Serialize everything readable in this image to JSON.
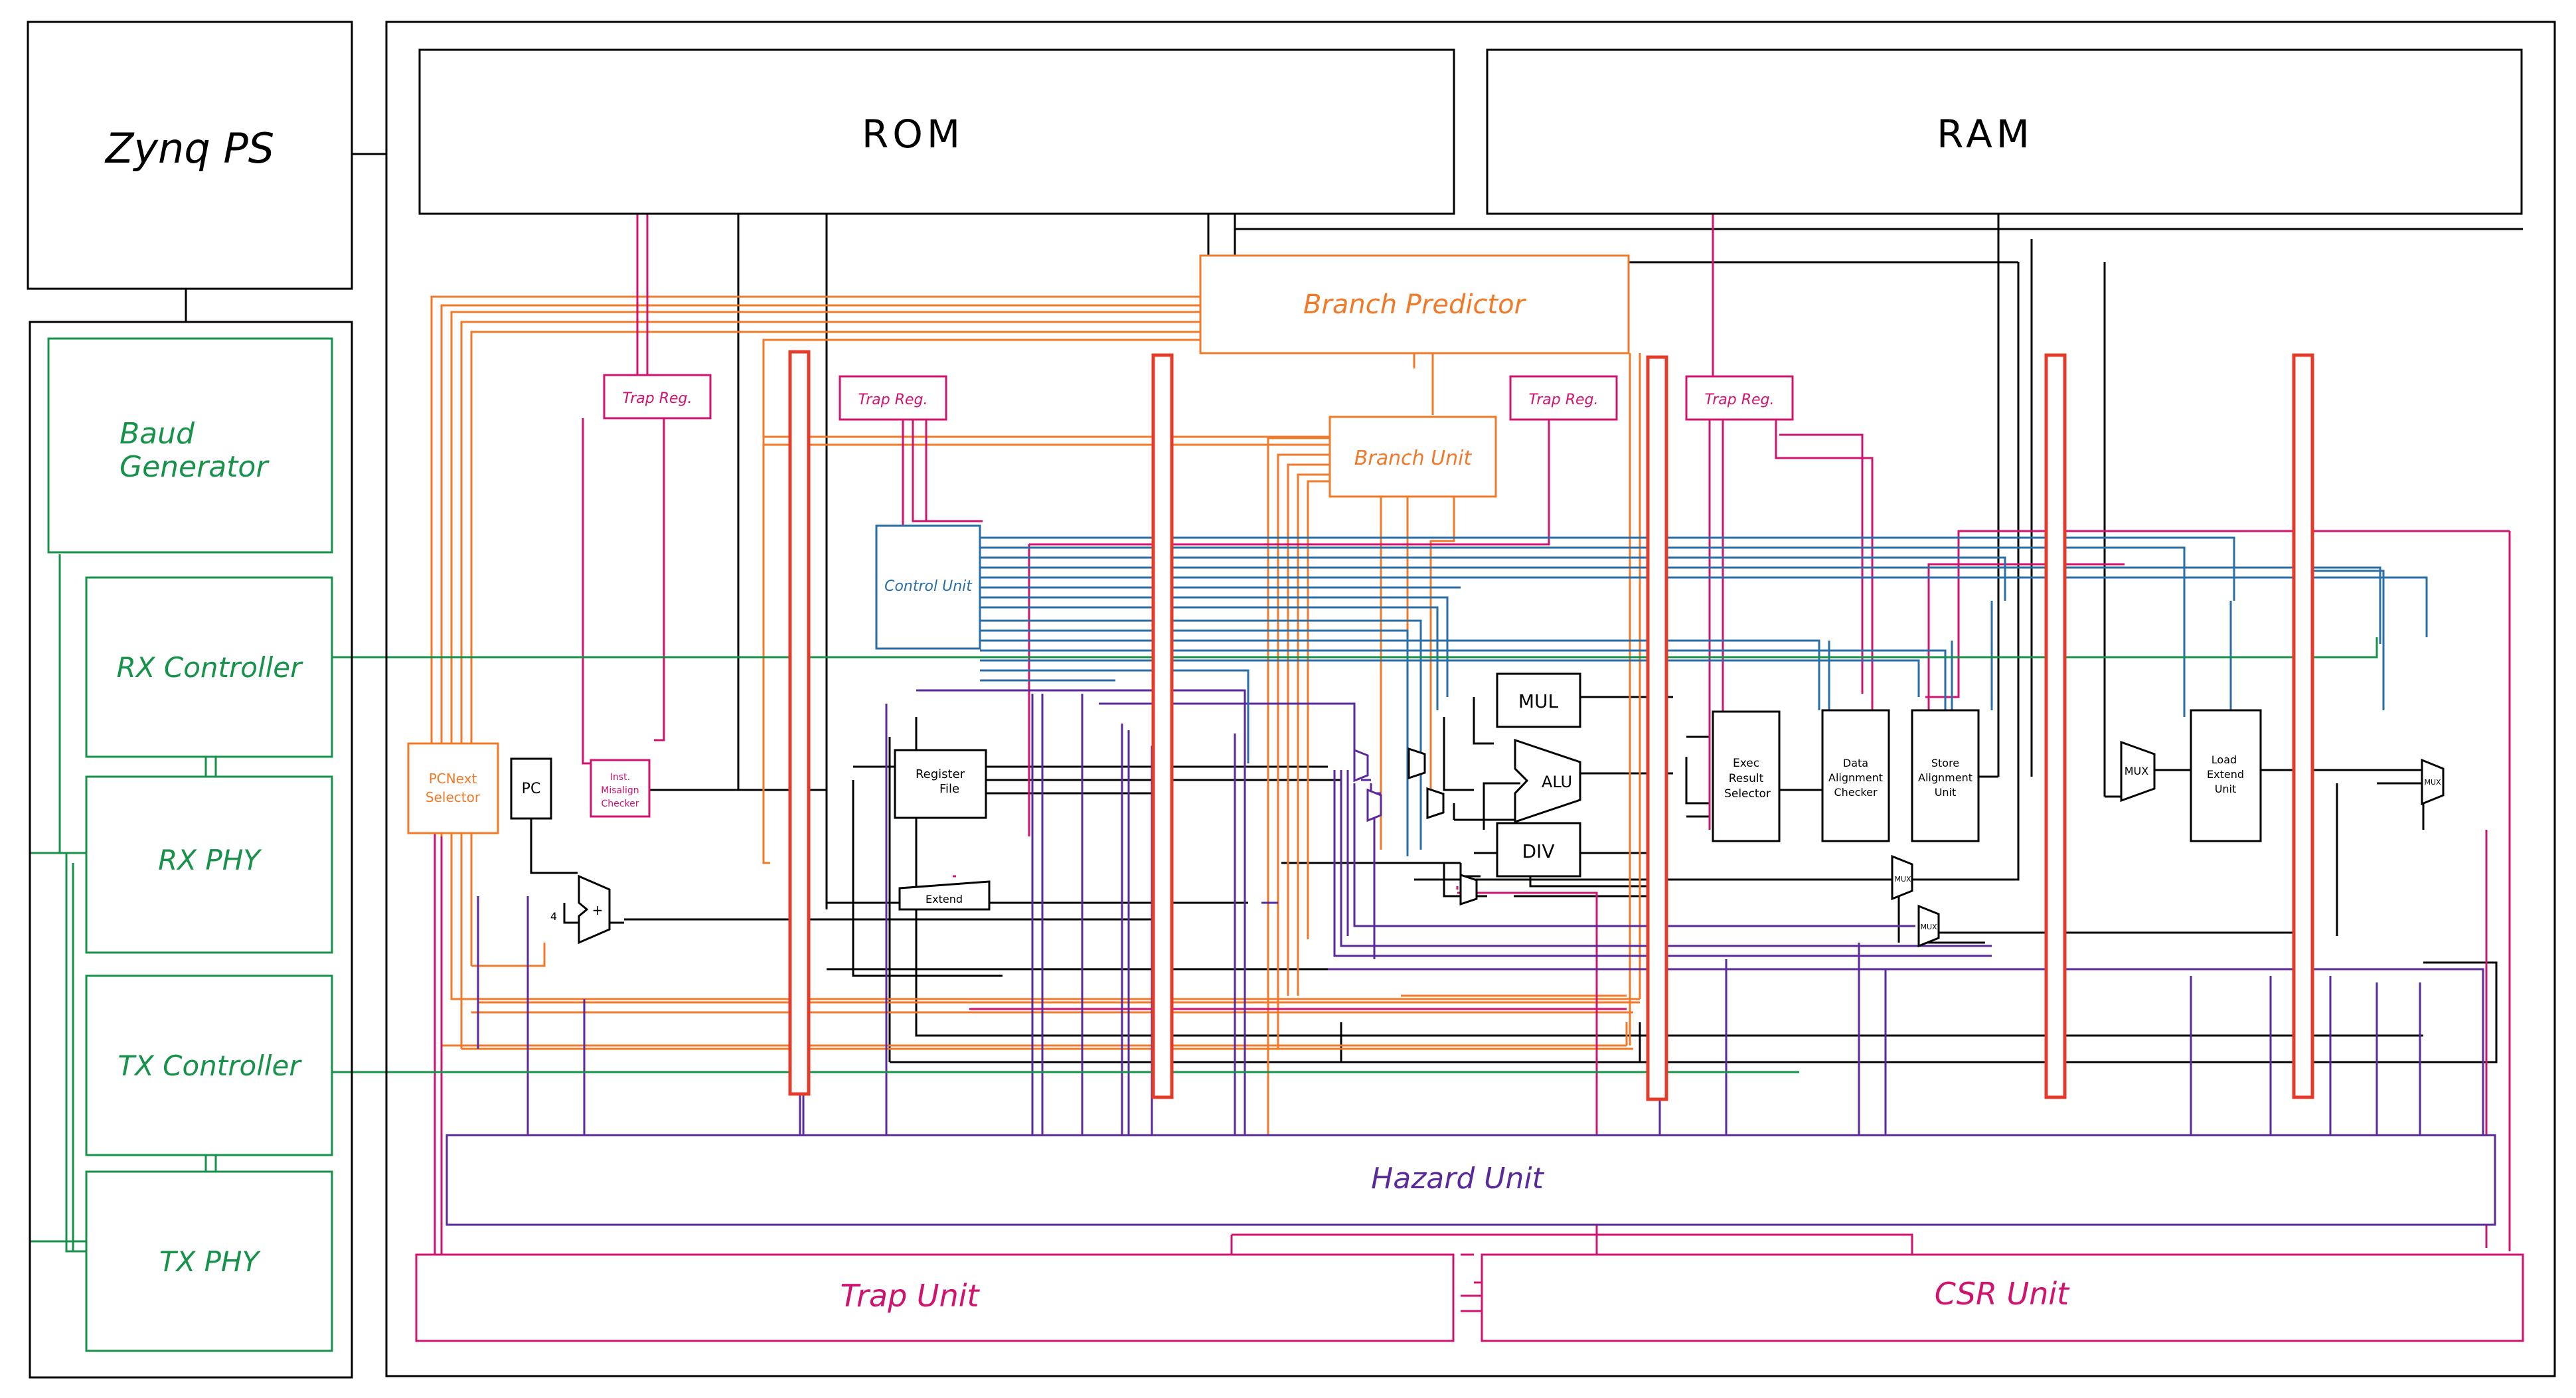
{
  "colors": {
    "black": "#000000",
    "uart_green": "#17924a",
    "branch_orange": "#f07a2a",
    "trap_pink": "#d0136f",
    "hazard_purple": "#5b2a9a",
    "control_blue": "#2a6ea6",
    "pipeline_red": "#e43a2a"
  },
  "zynq": {
    "label": "Zynq PS"
  },
  "uart": {
    "baud": {
      "line1": "Baud",
      "line2": "Generator"
    },
    "rx_controller": "RX Controller",
    "rx_phy": "RX PHY",
    "tx_controller": "TX Controller",
    "tx_phy": "TX PHY"
  },
  "memory": {
    "rom": "ROM",
    "ram": "RAM"
  },
  "branch_predictor": "Branch Predictor",
  "branch_unit": "Branch Unit",
  "trap_regs": [
    "Trap Reg.",
    "Trap Reg.",
    "Trap Reg.",
    "Trap Reg."
  ],
  "control_unit": "Control Unit",
  "pcnext": {
    "line1": "PCNext",
    "line2": "Selector"
  },
  "pc": "PC",
  "inst_misalign": {
    "line1": "Inst.",
    "line2": "Misalign",
    "line3": "Checker"
  },
  "register_file": {
    "line1": "Register",
    "line2": "File"
  },
  "extend": "Extend",
  "adder_plus": "+",
  "adder_four": "4",
  "alu": "ALU",
  "mul": "MUL",
  "div": "DIV",
  "exec_result": {
    "line1": "Exec",
    "line2": "Result",
    "line3": "Selector"
  },
  "data_align": {
    "line1": "Data",
    "line2": "Alignment",
    "line3": "Checker"
  },
  "store_align": {
    "line1": "Store",
    "line2": "Alignment",
    "line3": "Unit"
  },
  "load_extend": {
    "line1": "Load",
    "line2": "Extend",
    "line3": "Unit"
  },
  "mux": "MUX",
  "hazard_unit": "Hazard Unit",
  "trap_unit": "Trap Unit",
  "csr_unit": "CSR Unit"
}
